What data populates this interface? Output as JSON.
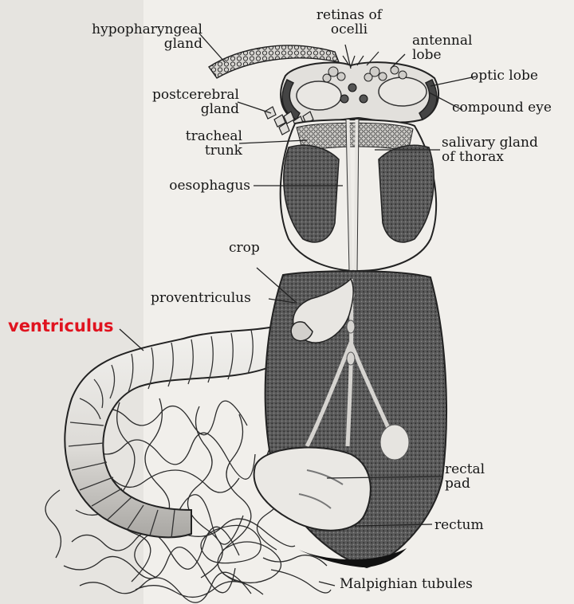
{
  "accent_color": "#e0131f",
  "labels": {
    "hypopharyngeal_gland": [
      "hypopharyngeal",
      "gland"
    ],
    "retinas_of_ocelli": [
      "retinas of",
      "ocelli"
    ],
    "antennal_lobe": [
      "antennal",
      "lobe"
    ],
    "optic_lobe": "optic lobe",
    "postcerebral_gland": [
      "postcerebral",
      "gland"
    ],
    "compound_eye": "compound eye",
    "tracheal_trunk": [
      "tracheal",
      "trunk"
    ],
    "salivary_gland_of_thorax": [
      "salivary gland",
      "of thorax"
    ],
    "oesophagus": "oesophagus",
    "crop": "crop",
    "proventriculus": "proventriculus",
    "ventriculus": "ventriculus",
    "rectal_pad": [
      "rectal",
      "pad"
    ],
    "rectum": "rectum",
    "malpighian_tubules": "Malpighian tubules"
  }
}
